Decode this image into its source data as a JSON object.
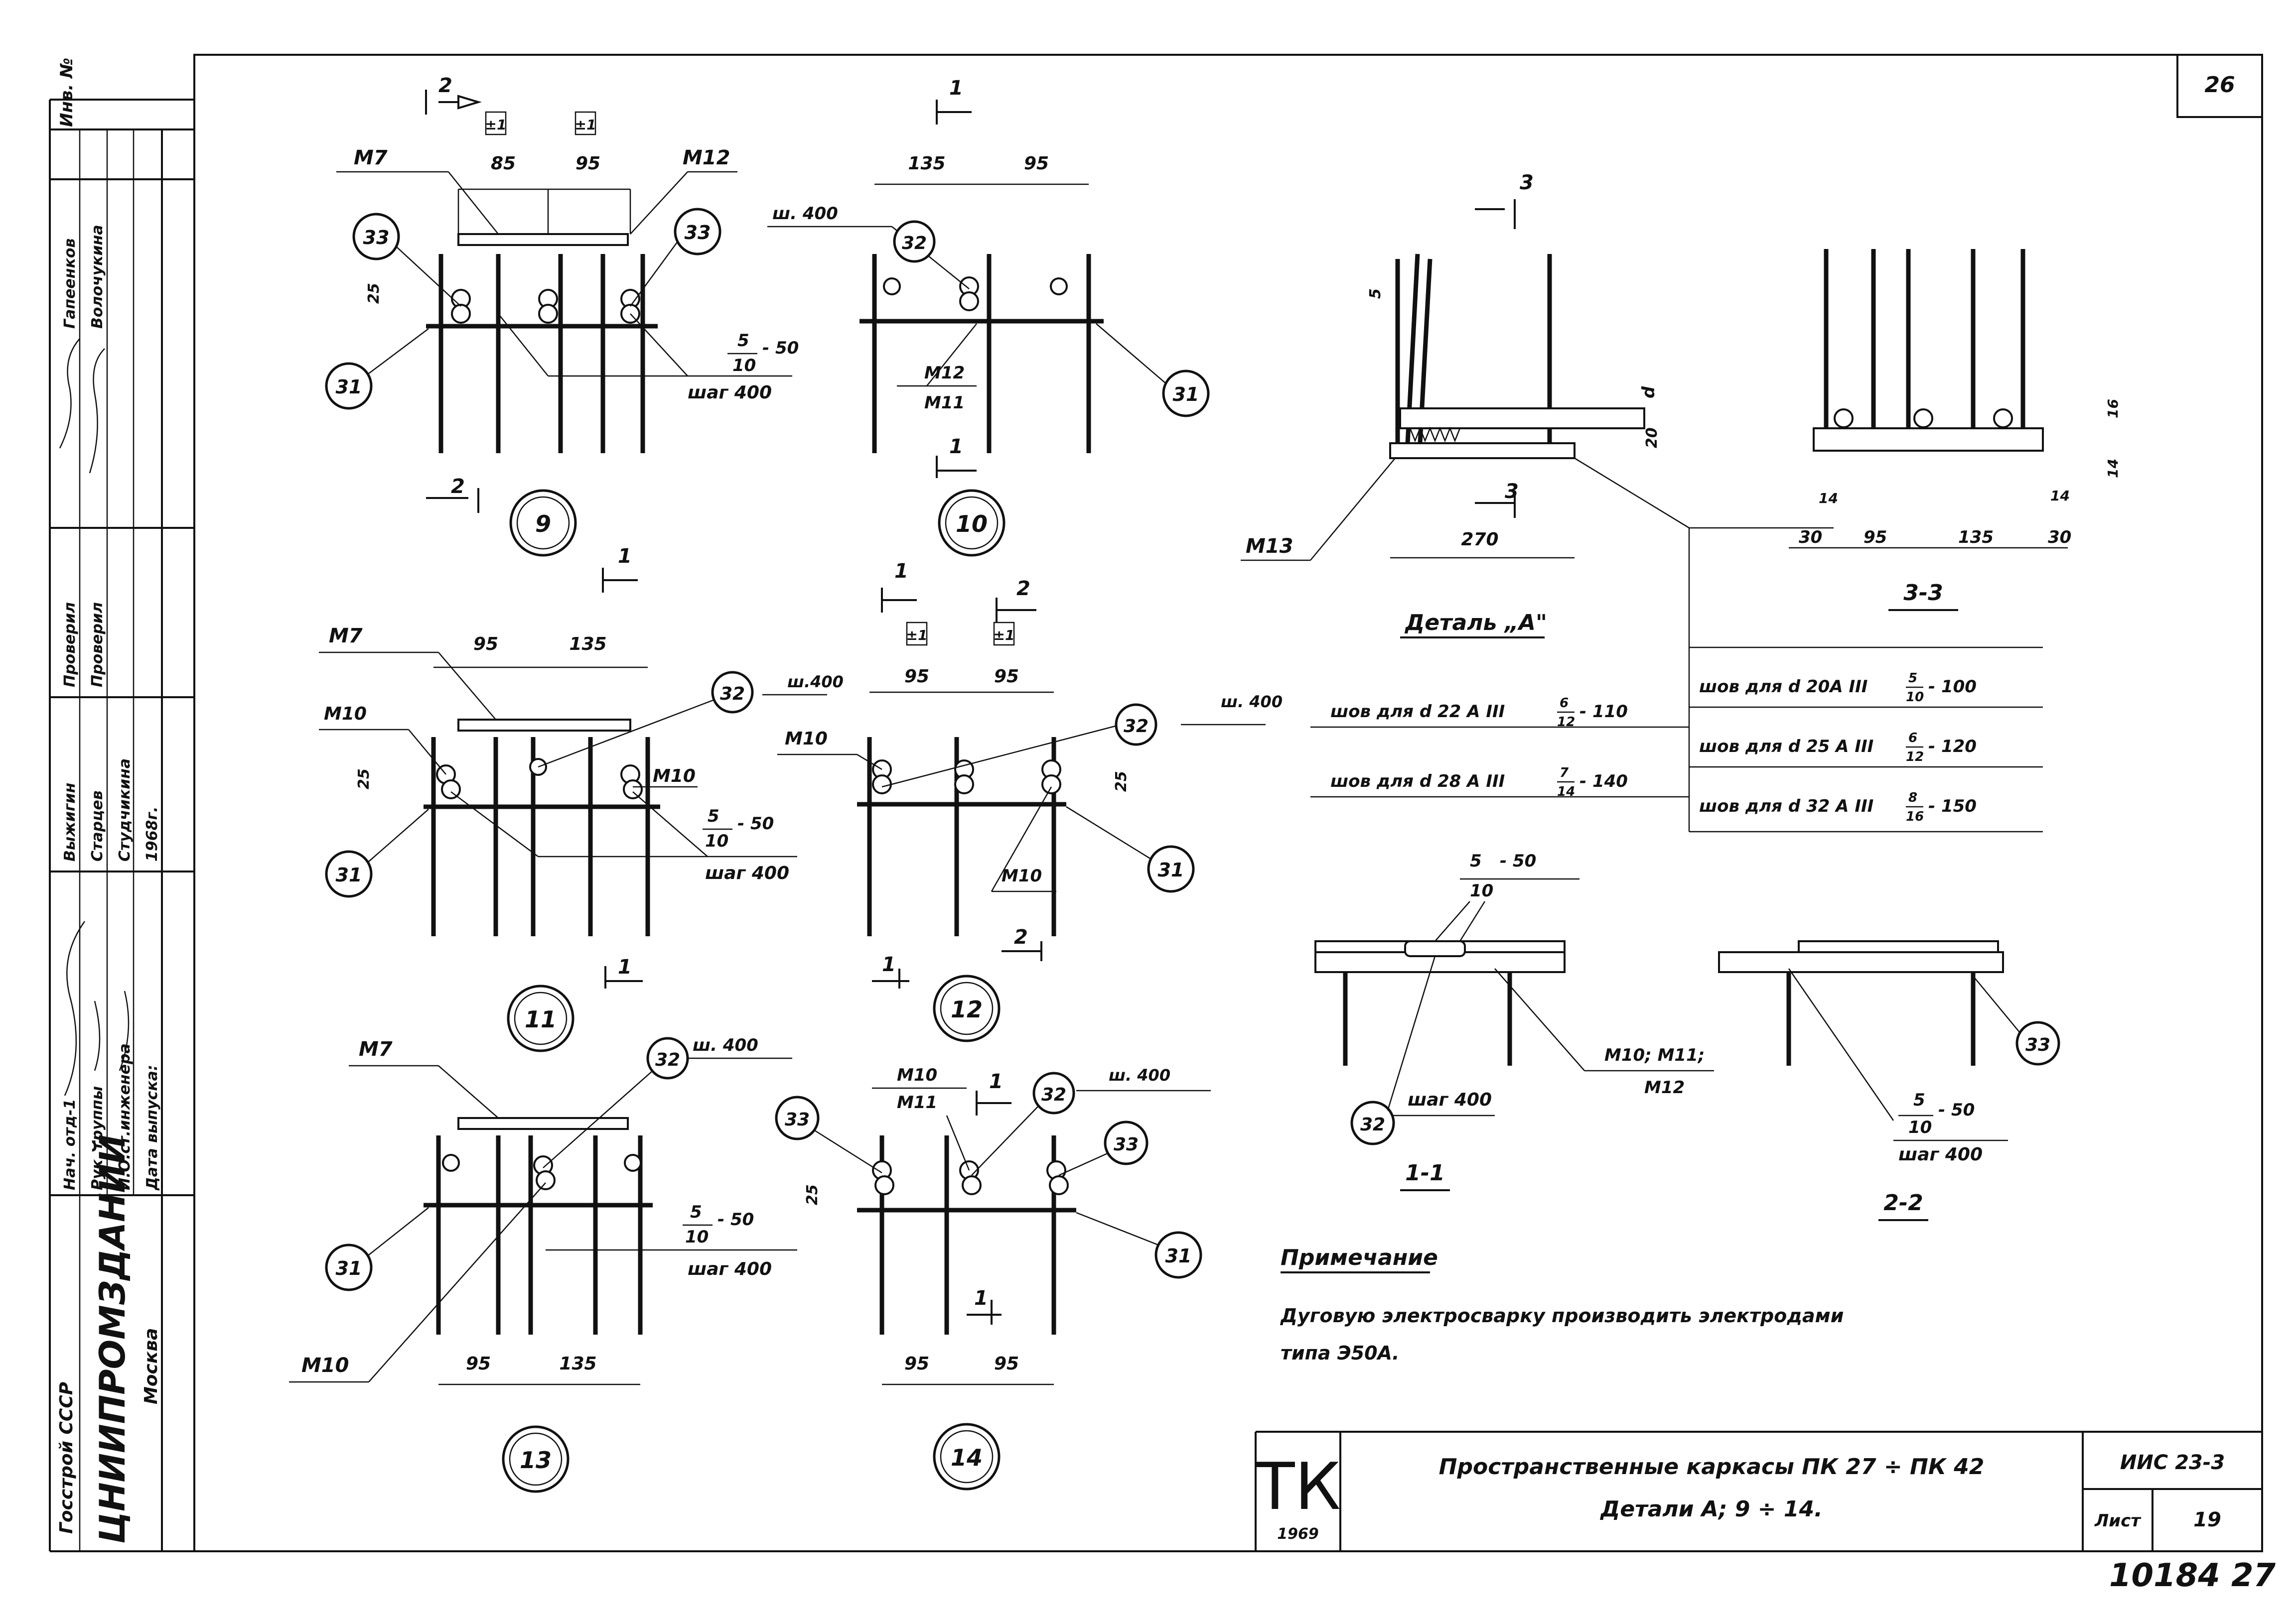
{
  "sheet": {
    "page_number": "26",
    "inv_label": "Инв. №",
    "stamp_code": "ТК",
    "stamp_year": "1969",
    "title_line1": "Пространственные каркасы ПК 27 ÷ ПК 42",
    "title_line2": "Детали А; 9 ÷ 14.",
    "series_code": "ИИС 23-3",
    "sheet_label": "Лист",
    "sheet_number": "19",
    "archive_number": "10184 27"
  },
  "left_block": {
    "org1": "Госстрой СССР",
    "org2": "ЦНИИПРОМЗДАНИЙ",
    "city": "Москва",
    "roles": [
      "Нач. отд-1",
      "Рук. группы",
      "И.О.ст.инженера",
      "Дата выпуска:"
    ],
    "names": [
      "Выжигин",
      "Старцев",
      "Студчикина"
    ],
    "checked_label": [
      "Проверил",
      "Проверил"
    ],
    "checkers": [
      "Гапеенков",
      "Волочукина"
    ],
    "date": "1968г."
  },
  "details": {
    "d9": {
      "num": "9",
      "refs": [
        "33",
        "33",
        "31"
      ],
      "labels": [
        "М7",
        "М12"
      ],
      "dims": [
        "85",
        "95",
        "25"
      ],
      "weld_num": "5",
      "weld_den": "10",
      "weld_len": "- 50",
      "step": "шаг 400",
      "sections": [
        "2",
        "2"
      ],
      "marks": [
        "±1",
        "±1"
      ]
    },
    "d10": {
      "num": "10",
      "refs": [
        "32",
        "31"
      ],
      "labels": [
        "ш. 400",
        "М12",
        "М11"
      ],
      "dims": [
        "135",
        "95"
      ],
      "sections": [
        "1",
        "1"
      ]
    },
    "d11": {
      "num": "11",
      "refs": [
        "32",
        "31"
      ],
      "labels": [
        "М7",
        "М10",
        "М10",
        "ш.400"
      ],
      "dims": [
        "95",
        "135",
        "25"
      ],
      "weld_num": "5",
      "weld_den": "10",
      "weld_len": "- 50",
      "step": "шаг 400",
      "sections": [
        "1",
        "1"
      ]
    },
    "d12": {
      "num": "12",
      "refs": [
        "32",
        "31"
      ],
      "labels": [
        "М10",
        "М10",
        "ш. 400"
      ],
      "dims": [
        "95",
        "95",
        "25"
      ],
      "sections": [
        "1",
        "2",
        "2",
        "1"
      ],
      "marks": [
        "±1",
        "±1"
      ]
    },
    "d13": {
      "num": "13",
      "refs": [
        "32",
        "31"
      ],
      "labels": [
        "М7",
        "ш. 400",
        "М10"
      ],
      "dims": [
        "95",
        "135"
      ],
      "weld_num": "5",
      "weld_den": "10",
      "weld_len": "- 50",
      "step": "шаг 400"
    },
    "d14": {
      "num": "14",
      "refs": [
        "33",
        "32",
        "33",
        "31"
      ],
      "labels": [
        "М10",
        "М11",
        "ш. 400"
      ],
      "dims": [
        "95",
        "95",
        "25"
      ],
      "sections": [
        "1",
        "1"
      ]
    }
  },
  "detail_a": {
    "title": "Деталь „А\"",
    "labels": [
      "М13",
      "d"
    ],
    "dims": [
      "270",
      "20",
      "5"
    ],
    "section": "3",
    "welds_left": [
      {
        "text": "шов для d 22 А III",
        "num": "6",
        "den": "12",
        "len": "- 110"
      },
      {
        "text": "шов для d 28 А III",
        "num": "7",
        "den": "14",
        "len": "- 140"
      }
    ],
    "welds_right": [
      {
        "text": "шов для d 20А III",
        "num": "5",
        "den": "10",
        "len": "- 100"
      },
      {
        "text": "шов для d 25 А III",
        "num": "6",
        "den": "12",
        "len": "- 120"
      },
      {
        "text": "шов для d 32 А III",
        "num": "8",
        "den": "16",
        "len": "- 150"
      }
    ]
  },
  "section_33": {
    "title": "3-3",
    "dims": [
      "30",
      "95",
      "135",
      "30",
      "16",
      "14",
      "14",
      "14"
    ]
  },
  "section_11": {
    "title": "1-1",
    "ref": "32",
    "weld_num": "5",
    "weld_den": "10",
    "weld_len": "- 50",
    "step": "шаг 400",
    "labels": [
      "М10; М11;",
      "М12"
    ]
  },
  "section_22": {
    "title": "2-2",
    "ref": "33",
    "weld_num": "5",
    "weld_den": "10",
    "weld_len": "- 50",
    "step": "шаг 400"
  },
  "note": {
    "heading": "Примечание",
    "line1": "Дуговую электросварку производить электродами",
    "line2": "типа Э50А."
  }
}
